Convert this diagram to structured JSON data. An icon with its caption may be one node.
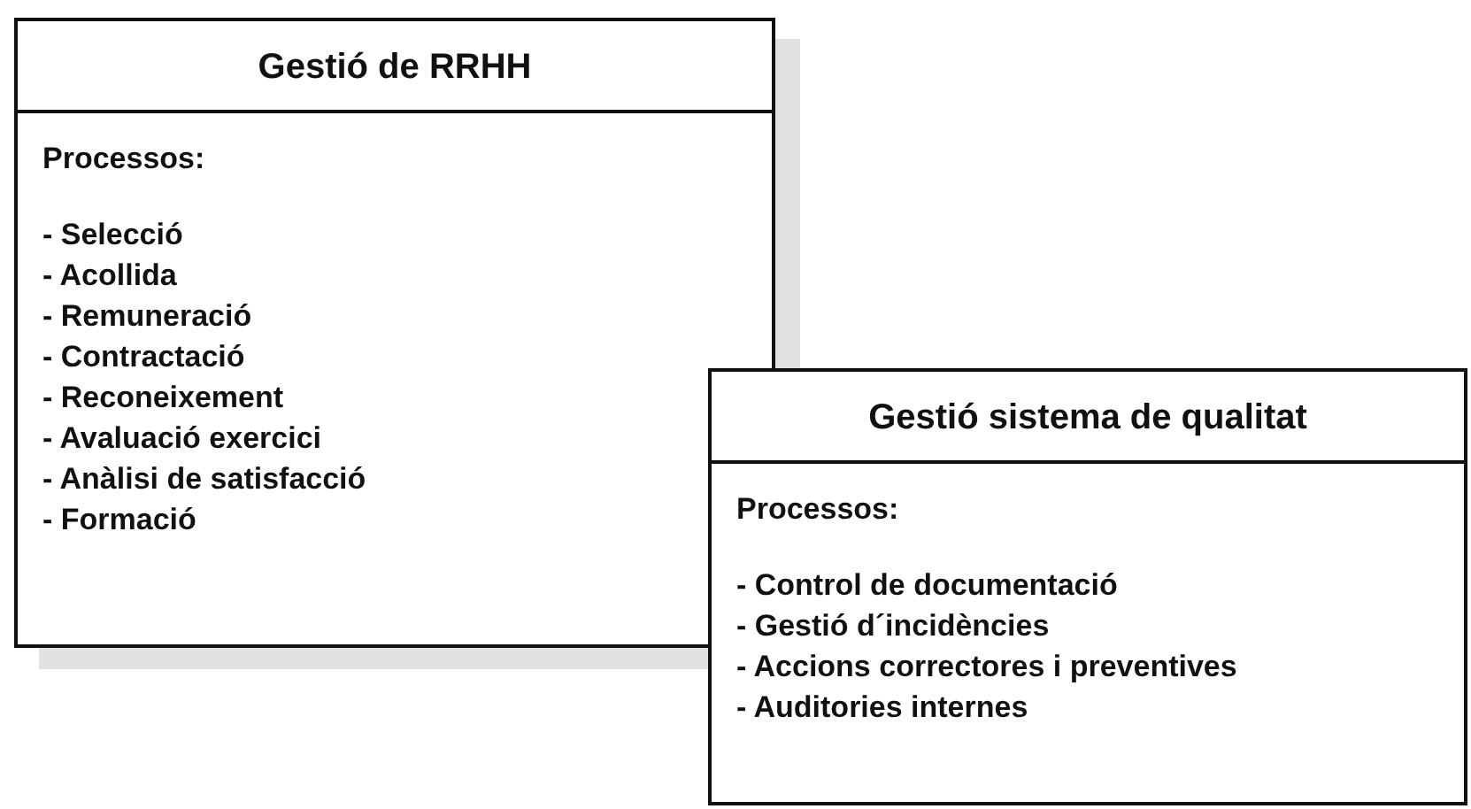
{
  "diagram": {
    "nodes": [
      {
        "text": [
          "Gestió de RRHH",
          "Processos:",
          "- Selecció",
          "- Acollida",
          "- Remuneració",
          "- Contractació",
          "- Reconeixement",
          "- Avaluació exercici",
          "- Anàlisi de satisfacció",
          "- Formació"
        ]
      },
      {
        "text": [
          "Gestió sistema de qualitat",
          "Processos:",
          "- Control de documentació",
          "- Gestió d´incidències",
          "- Accions correctores i preventives",
          "- Auditories internes"
        ]
      }
    ],
    "edges": []
  }
}
